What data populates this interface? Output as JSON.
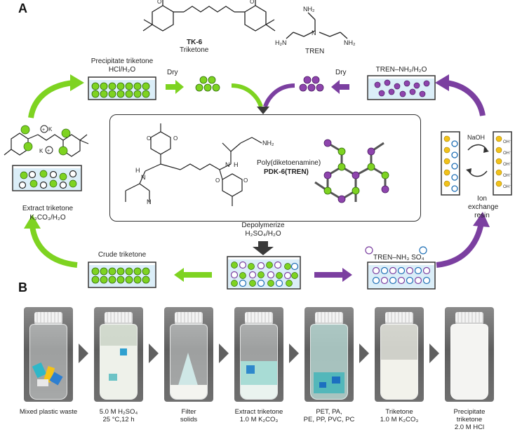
{
  "panel_a": {
    "letter": "A",
    "tk6_name": "TK-6",
    "tk6_sub": "Triketone",
    "tren_name": "TREN",
    "precip_title_1": "Precipitate triketone",
    "precip_title_2": "HCl/H₂O",
    "dry_left": "Dry",
    "dry_right": "Dry",
    "tren_title": "TREN–NH₂/H₂O",
    "polymer_title": "Poly(diketoenamine)",
    "polymer_name": "PDK-6(TREN)",
    "extract_title_1": "Extract triketone",
    "extract_title_2": "K₂CO₃/H₂O",
    "ion_1": "Ion",
    "ion_2": "exchange",
    "ion_3": "resin",
    "naoh": "NaOH",
    "depoly_1": "Depolymerize",
    "depoly_2": "H₂SO₄/H₂O",
    "crude": "Crude triketone",
    "tren_sulfate": "TREN–NH₃ SO₄",
    "k_label": "K",
    "oh_label": "OH⁻",
    "colors": {
      "green": "#7ed321",
      "purple": "#7b3fa0",
      "teal_blue": "#1f6fb5",
      "yellow": "#f2c21a",
      "dark": "#3a3a3a"
    }
  },
  "panel_b": {
    "letter": "B",
    "photos": [
      {
        "line1": "Mixed plastic waste",
        "line2": "",
        "line3": ""
      },
      {
        "line1": "5.0 M H₂SO₄",
        "line2": "25 °C,12 h",
        "line3": ""
      },
      {
        "line1": "Filter",
        "line2": "solids",
        "line3": ""
      },
      {
        "line1": "Extract triketone",
        "line2": "1.0 M K₂CO₃",
        "line3": ""
      },
      {
        "line1": "PET, PA,",
        "line2": "PE, PP, PVC, PC",
        "line3": ""
      },
      {
        "line1": "Triketone",
        "line2": "1.0 M K₂CO₃",
        "line3": ""
      },
      {
        "line1": "Precipitate",
        "line2": "triketone",
        "line3": "2.0 M HCl"
      }
    ]
  }
}
